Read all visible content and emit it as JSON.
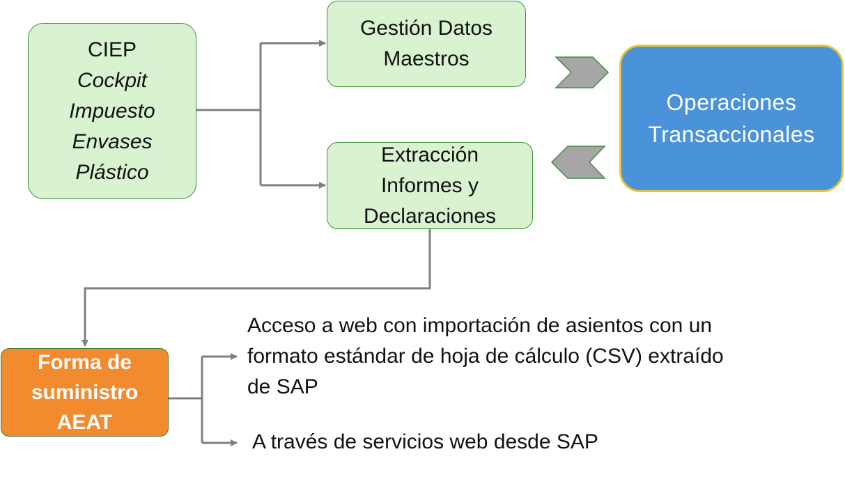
{
  "nodes": {
    "ciep": {
      "title": "CIEP",
      "lines": [
        "Cockpit",
        "Impuesto",
        "Envases",
        "Plástico"
      ]
    },
    "gestion": {
      "lines": [
        "Gestión Datos",
        "Maestros"
      ]
    },
    "extraccion": {
      "lines": [
        "Extracción",
        "Informes y",
        "Declaraciones"
      ]
    },
    "operaciones": {
      "lines": [
        "Operaciones",
        "Transaccionales"
      ]
    },
    "aeat": {
      "lines": [
        "Forma de",
        "suministro",
        "AEAT"
      ]
    }
  },
  "notes": {
    "web_import": {
      "lines": [
        "Acceso a web con importación de asientos con un",
        "formato estándar de hoja de cálculo (CSV) extraído",
        "de SAP"
      ]
    },
    "web_services": {
      "lines": [
        "A través de servicios web desde SAP"
      ]
    }
  },
  "colors": {
    "green_fill": "#d9f2d0",
    "green_border": "#3f8f3a",
    "blue_fill": "#4a92d9",
    "blue_border": "#e8c43a",
    "orange_fill": "#f28a2e",
    "connector": "#7f7f7f",
    "chevron": "#a6a6a6"
  }
}
